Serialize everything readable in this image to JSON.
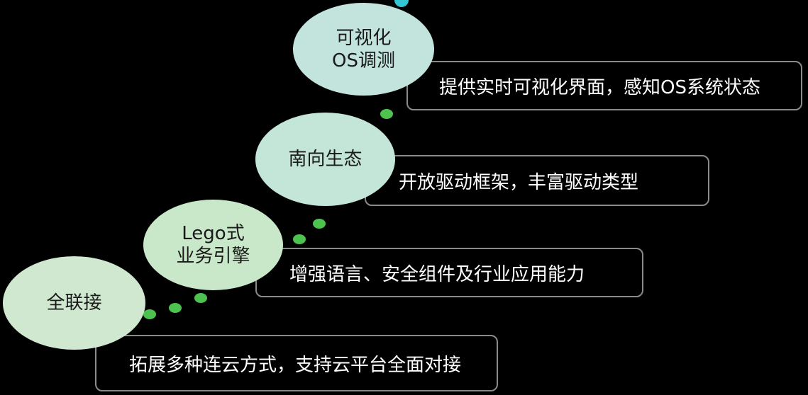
{
  "steps": [
    {
      "title": "全联接",
      "description": "拓展多种连云方式，支持云平台全面对接"
    },
    {
      "title": "Lego式\n业务引擎",
      "description": "增强语言、安全组件及行业应用能力"
    },
    {
      "title": "南向生态",
      "description": "开放驱动框架，丰富驱动类型"
    },
    {
      "title": "可视化\nOS调测",
      "description": "提供实时可视化界面，感知OS系统状态"
    }
  ],
  "colors": {
    "background": "#000000",
    "ellipse_step1": "#cfe8cf",
    "ellipse_step2": "#c9e7c9",
    "ellipse_step3": "#c4e6d8",
    "ellipse_step4": "#c2e4dc",
    "box_border": "#8a8a8a",
    "dot": "#4ec24e",
    "dot_top": "#33c7d6"
  }
}
